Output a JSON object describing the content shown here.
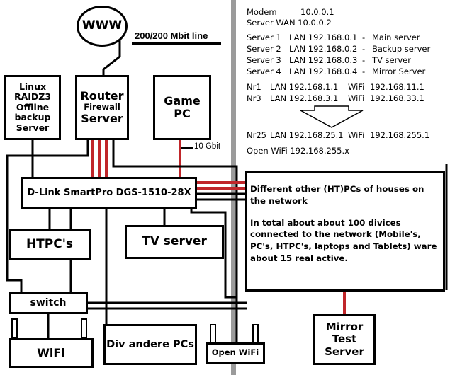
{
  "nodes": {
    "www": "WWW",
    "router": "Router",
    "firewall": "Firewall",
    "server": "Server",
    "linux": [
      "Linux",
      "RAIDZ3",
      "Offline",
      "backup",
      "Server"
    ],
    "game_pc": [
      "Game",
      "PC"
    ],
    "switch_main": "D-Link SmartPro DGS-1510-28X",
    "htpcs": "HTPC's",
    "tv_server": "TV server",
    "switch_small": "switch",
    "wifi": "WiFi",
    "div_pcs": "Div andere PCs",
    "open_wifi": "Open WiFi",
    "mirror": [
      "Mirror",
      "Test",
      "Server"
    ],
    "houses": [
      "Different other (HT)PCs of houses on",
      "the network",
      "",
      "In total about about 100 divices",
      "connected to the network (Mobile's,",
      "PC's, HTPC's, laptops and Tablets) ware",
      "about 15 real active."
    ]
  },
  "labels": {
    "line": "200/200 Mbit line",
    "gbit": "10 Gbit"
  },
  "network_info": {
    "modem": {
      "name": "Modem",
      "ip": "10.0.0.1"
    },
    "server_wan": "Server WAN 10.0.0.2",
    "servers": [
      {
        "name": "Server 1",
        "lan": "LAN 192.168.0.1",
        "dash": "-",
        "role": "Main server"
      },
      {
        "name": "Server 2",
        "lan": "LAN 192.168.0.2",
        "dash": "-",
        "role": "Backup server"
      },
      {
        "name": "Server 3",
        "lan": "LAN 192.168.0.3",
        "dash": "-",
        "role": "TV server"
      },
      {
        "name": "Server 4",
        "lan": "LAN 192.168.0.4",
        "dash": "-",
        "role": "Mirror Server"
      }
    ],
    "nr_rows": [
      {
        "name": "Nr1",
        "lan": "LAN 192.168.1.1",
        "wifi": "WiFi",
        "wifi_ip": "192.168.11.1"
      },
      {
        "name": "Nr3",
        "lan": "LAN 192.168.3.1",
        "wifi": "WiFi",
        "wifi_ip": "192.168.33.1"
      }
    ],
    "nr25": {
      "name": "Nr25",
      "lan": "LAN 192.168.25.1",
      "wifi": "WiFi",
      "wifi_ip": "192.168.255.1"
    },
    "open_wifi": "Open WiFi 192.168.255.x"
  },
  "colors": {
    "link_red": "#c0262a",
    "divider_gray": "#9b9b9b"
  }
}
